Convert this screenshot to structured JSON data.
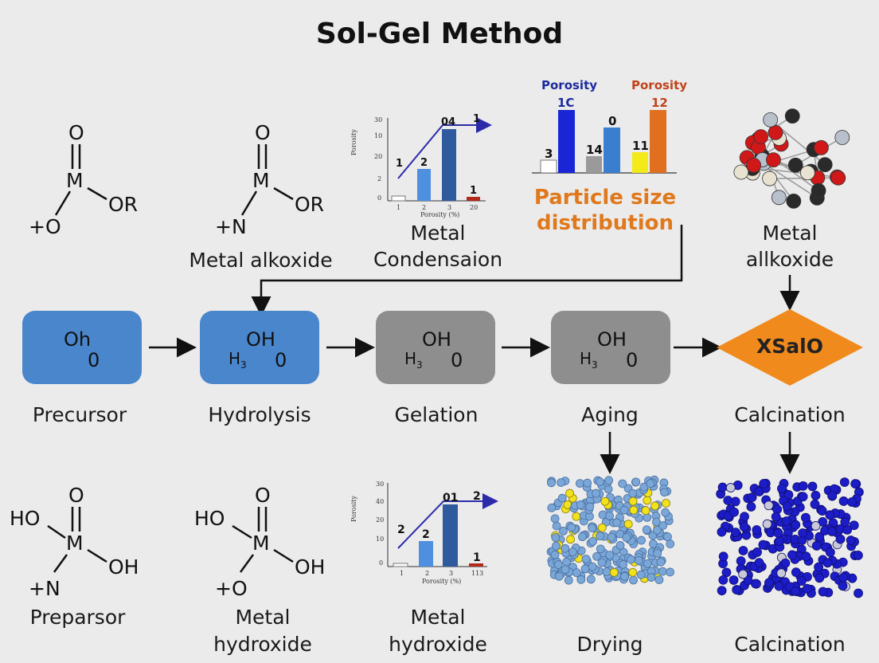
{
  "title": "Sol-Gel Method",
  "top_structures": [
    {
      "top": "O",
      "center": "M",
      "right": "OR",
      "bottom_left": "+O",
      "label": ""
    },
    {
      "top": "O",
      "center": "M",
      "right": "OR",
      "bottom_left": "+N",
      "label": "Metal alkoxide"
    }
  ],
  "top_chart": {
    "y_ticks": [
      "30",
      "10",
      "20",
      "2",
      "0"
    ],
    "x_ticks": [
      "1",
      "2",
      "3",
      "20"
    ],
    "ylabel": "Porosity",
    "xlabel": "Porosity (%)",
    "value_labels": [
      "1",
      "2",
      "04",
      "1"
    ],
    "arrow_label": "1",
    "caption_line1": "Metal",
    "caption_line2": "Condensaion"
  },
  "porosity_chart": {
    "legend_left": "Porosity",
    "legend_right": "Porosity",
    "value_labels": [
      "3",
      "1C",
      "14",
      "0",
      "11",
      "12"
    ],
    "caption_line1": "Particle size",
    "caption_line2": "distribution"
  },
  "top_right": {
    "label_line1": "Metal",
    "label_line2": "allkoxide"
  },
  "flow": [
    {
      "text_main": "Oh",
      "text_sub": "0",
      "text_prefix": "",
      "label": "Precursor"
    },
    {
      "text_main": "OH",
      "text_sub": "0",
      "text_prefix": "H",
      "text_prefix_sub": "3",
      "label": "Hydrolysis"
    },
    {
      "text_main": "OH",
      "text_sub": "0",
      "text_prefix": "H",
      "text_prefix_sub": "3",
      "label": "Gelation"
    },
    {
      "text_main": "OH",
      "text_sub": "0",
      "text_prefix": "H",
      "text_prefix_sub": "3",
      "label": "Aging"
    },
    {
      "diamond_text": "XSalO",
      "label": "Calcination"
    }
  ],
  "bottom_structures": [
    {
      "top": "O",
      "center": "M",
      "left": "HO",
      "right": "OH",
      "bottom_left": "+N",
      "label": "Preparsor"
    },
    {
      "top": "O",
      "center": "M",
      "left": "HO",
      "right": "OH",
      "bottom_left": "+O",
      "label_line1": "Metal",
      "label_line2": "hydroxide"
    }
  ],
  "bottom_chart": {
    "y_ticks": [
      "30",
      "40",
      "20",
      "10",
      "0"
    ],
    "x_ticks": [
      "1",
      "2",
      "3",
      "113"
    ],
    "ylabel": "Porosity",
    "xlabel": "Porosity (%)",
    "value_labels": [
      "2",
      "2",
      "01",
      "1"
    ],
    "arrow_label": "2",
    "caption_line1": "Metal",
    "caption_line2": "hydroxide"
  },
  "bottom_labels": {
    "drying": "Drying",
    "calcination": "Calcination"
  },
  "colors": {
    "blue_box": "#4a86cc",
    "gray_box": "#8e8e8e",
    "diamond": "#f08a1c",
    "psd_text": "#e0781c",
    "por_left": "#1c2a9e",
    "por_right": "#c0421a"
  }
}
